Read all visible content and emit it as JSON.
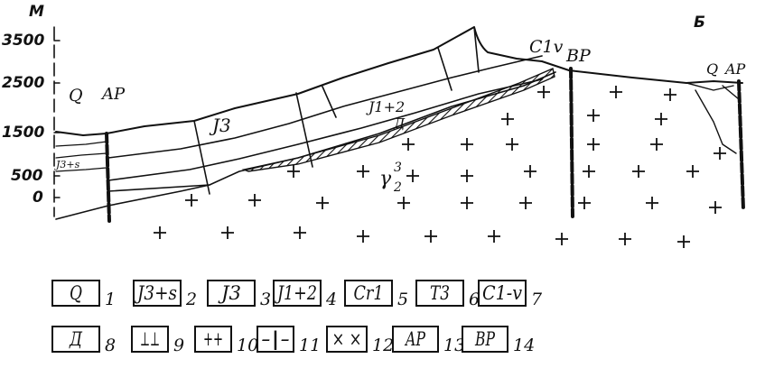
{
  "corner_label": "Б",
  "axis": {
    "unit": "М",
    "ticks": [
      "3500",
      "2500",
      "1500",
      "500",
      "0"
    ]
  },
  "section_labels": {
    "q_left": "Q",
    "ap_left": "AP",
    "j3s_left": "J3+s",
    "j3": "J3",
    "j12": "J1+2",
    "d": "Д",
    "gamma": "γ",
    "gamma_sup": "3",
    "gamma_sub": "2",
    "c1v": "C1v",
    "bp": "BP",
    "q_right": "Q",
    "ap_right": "AP"
  },
  "legend": [
    {
      "symbol": "Q",
      "num": "1"
    },
    {
      "symbol": "J3+s",
      "num": "2"
    },
    {
      "symbol": "J3",
      "num": "3"
    },
    {
      "symbol": "J1+2",
      "num": "4"
    },
    {
      "symbol": "Cr1",
      "num": "5"
    },
    {
      "symbol": "T3",
      "num": "6"
    },
    {
      "symbol": "C1-v",
      "num": "7"
    },
    {
      "symbol": "Д",
      "num": "8"
    },
    {
      "symbol": "⊥⊥",
      "num": "9"
    },
    {
      "symbol": "++",
      "num": "10"
    },
    {
      "symbol": "-|-",
      "num": "11"
    },
    {
      "symbol": "× ×",
      "num": "12"
    },
    {
      "symbol": "AP",
      "num": "13"
    },
    {
      "symbol": "BP",
      "num": "14"
    }
  ]
}
